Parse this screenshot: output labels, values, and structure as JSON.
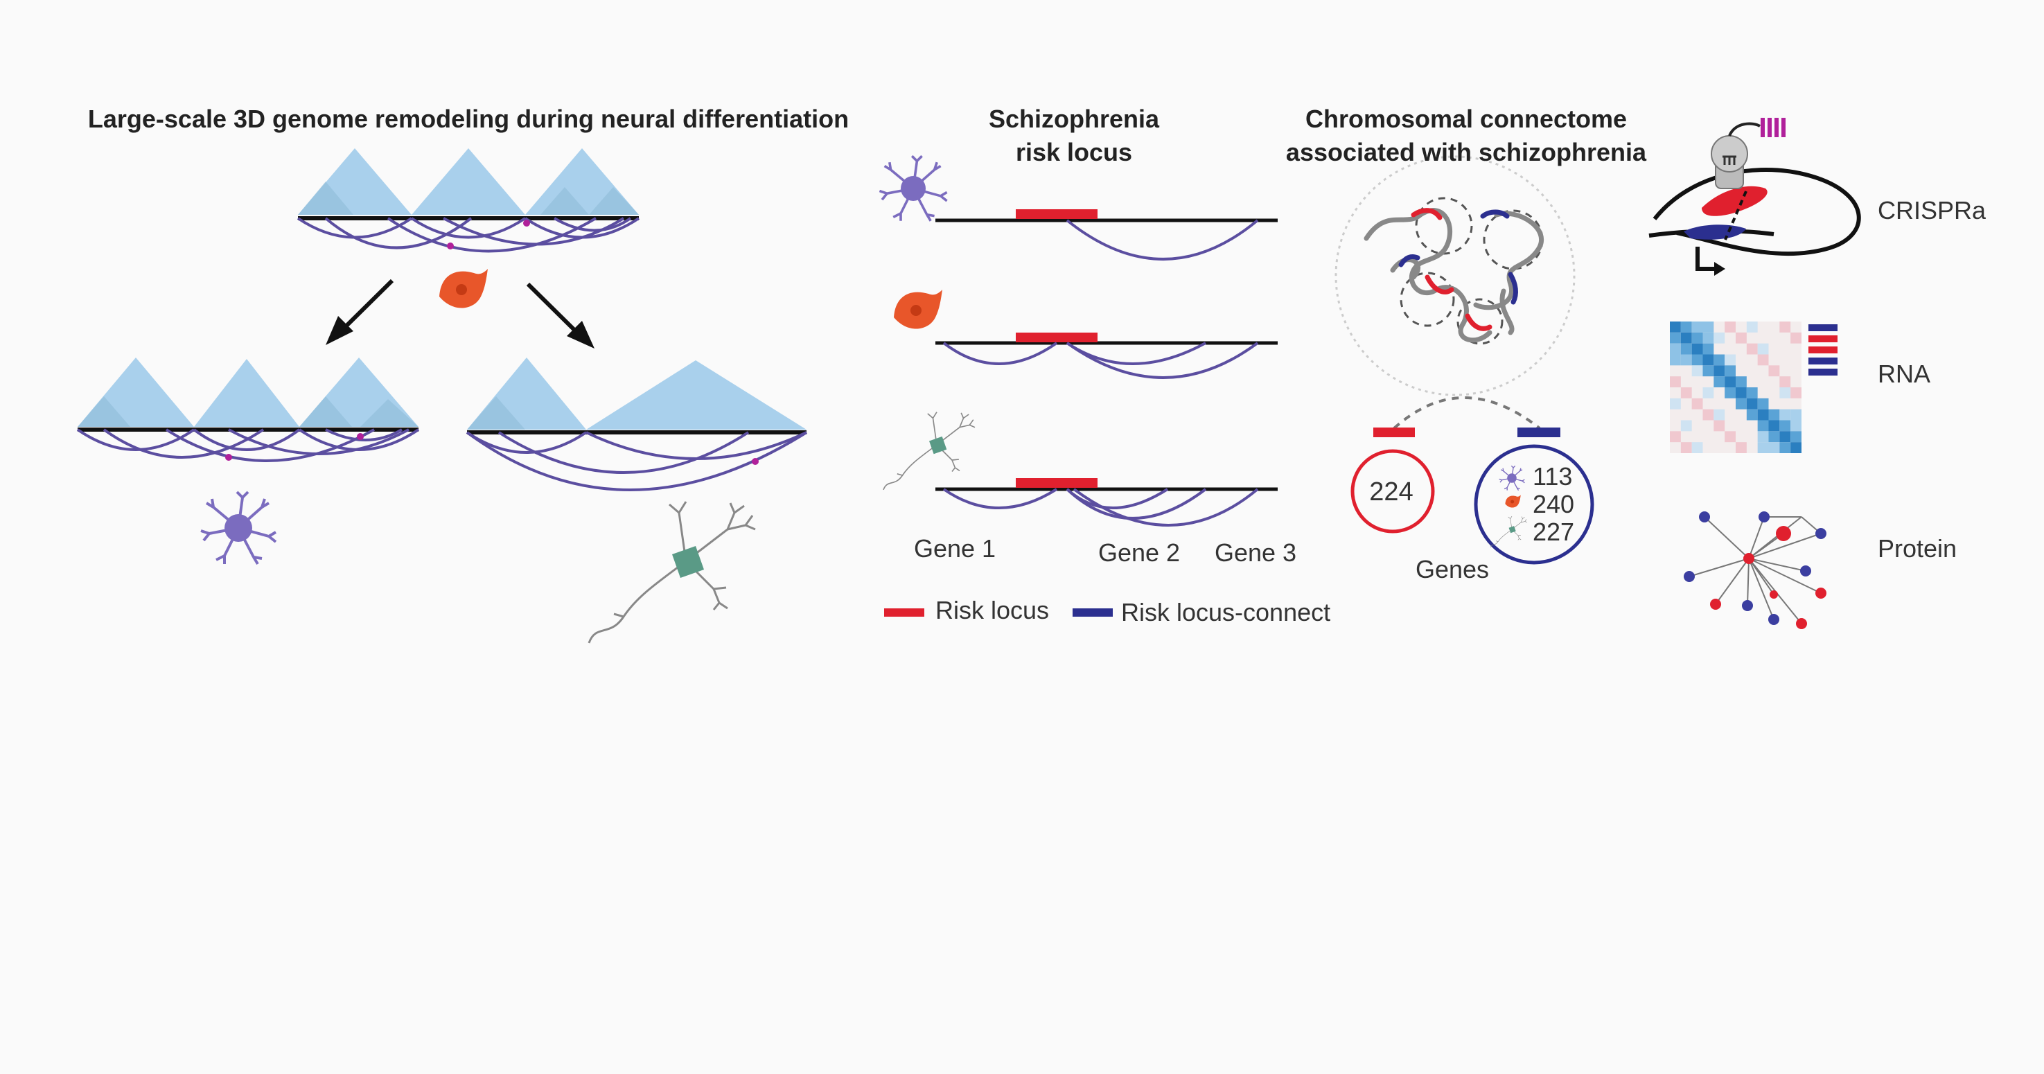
{
  "panels": {
    "remodeling": {
      "title": "Large-scale 3D genome remodeling during neural differentiation"
    },
    "risk_locus": {
      "title_line1": "Schizophrenia",
      "title_line2": "risk locus",
      "gene_labels": [
        "Gene 1",
        "Gene 2",
        "Gene 3"
      ]
    },
    "connectome": {
      "title_line1": "Chromosomal connectome",
      "title_line2": "associated with schizophrenia",
      "red_count": "224",
      "blue_counts": [
        "113",
        "240",
        "227"
      ],
      "genes_label": "Genes"
    },
    "validation": {
      "labels": [
        "CRISPRa",
        "RNA",
        "Protein"
      ]
    }
  },
  "legend": {
    "items": [
      {
        "label": "Risk locus",
        "color": "#e0202e"
      },
      {
        "label": "Risk locus-connect",
        "color": "#2b2f8f"
      }
    ]
  },
  "colors": {
    "tad_fill": "#a9d0ec",
    "loop": "#5b4ea0",
    "risk": "#e0202e",
    "connect": "#2b2f8f",
    "npc": "#e8562a",
    "neuron": "#5a9a86",
    "glia": "#7b6cbf"
  }
}
